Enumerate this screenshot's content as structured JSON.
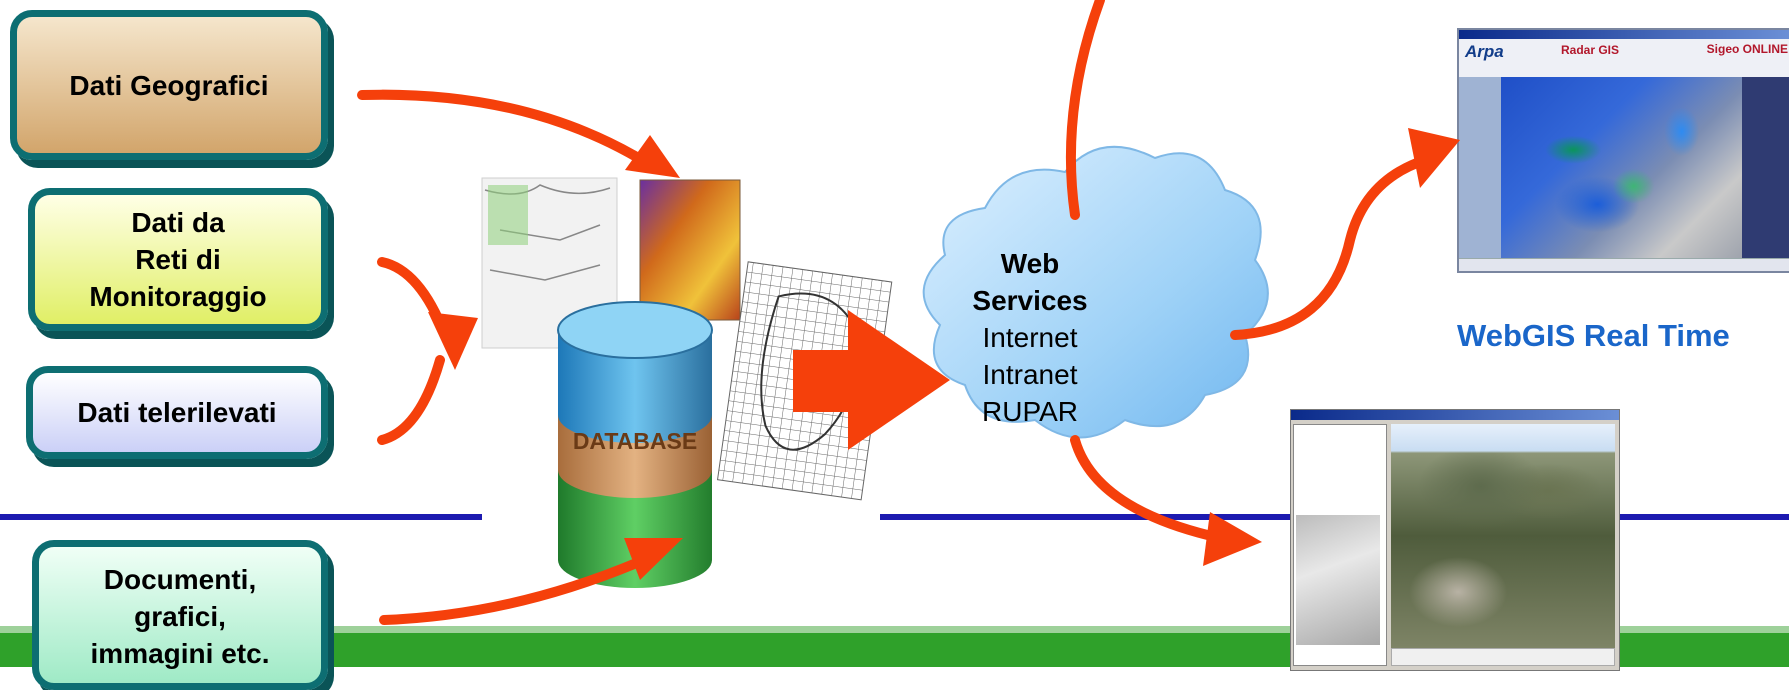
{
  "sources": [
    {
      "id": "geo",
      "label": "Dati Geografici"
    },
    {
      "id": "reti",
      "label": "Dati da\nReti di\nMonitoraggio"
    },
    {
      "id": "tele",
      "label": "Dati telerilevati"
    },
    {
      "id": "doc",
      "label": "Documenti,\ngrafici,\nimmagini etc."
    }
  ],
  "database": {
    "label": "DATABASE"
  },
  "cloud": {
    "title_line1": "Web",
    "title_line2": "Services",
    "line3": "Internet",
    "line4": "Intranet",
    "line5": "RUPAR"
  },
  "outputs": {
    "radar": {
      "caption": "WebGIS Real Time",
      "brand": "Arpa",
      "title": "Radar GIS",
      "brand2": "Sigeo ONLINE"
    }
  },
  "colors": {
    "arrow": "#f5400b",
    "teal_frame": "#0d6e72",
    "rule": "#1d1ab0",
    "footer_green": "#2fa12a",
    "caption_blue": "#1a66c9"
  }
}
